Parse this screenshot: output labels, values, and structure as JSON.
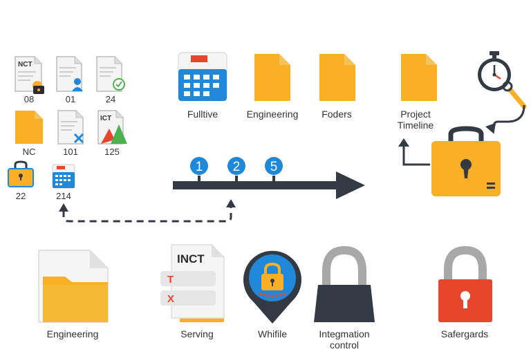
{
  "grid_items": [
    {
      "label": "08",
      "doc_text": "NCT",
      "icon": "document-lock-icon"
    },
    {
      "label": "01",
      "icon": "document-user-icon"
    },
    {
      "label": "24",
      "icon": "document-check-icon"
    },
    {
      "label": "NC",
      "icon": "folder-icon"
    },
    {
      "label": "101",
      "icon": "document-x-icon"
    },
    {
      "label": "125",
      "doc_text": "ICT",
      "icon": "document-chart-icon"
    },
    {
      "label": "22",
      "icon": "briefcase-lock-icon"
    },
    {
      "label": "214",
      "icon": "calendar-icon"
    }
  ],
  "top_items": [
    {
      "label": "Fulltive",
      "icon": "calendar-icon"
    },
    {
      "label": "Engineering",
      "icon": "document-icon"
    },
    {
      "label": "Foders",
      "icon": "document-icon"
    },
    {
      "label": "Project\nTimeline",
      "icon": "document-icon"
    }
  ],
  "timeline": {
    "steps": [
      "1",
      "2",
      "5"
    ]
  },
  "bottom_items": [
    {
      "label": "Engineering",
      "icon": "folder-icon"
    },
    {
      "label": "Serving",
      "doc_title": "INCT",
      "rows": [
        "T",
        "X"
      ],
      "icon": "document-list-icon"
    },
    {
      "label": "Whifile",
      "icon": "location-lock-icon"
    },
    {
      "label": "Integmation\ncontrol",
      "icon": "padlock-dark-icon"
    },
    {
      "label": "Safergards",
      "icon": "padlock-red-icon"
    }
  ],
  "colors": {
    "accent_orange": "#F9AF26",
    "blue": "#1F88D8",
    "dark": "#343A44",
    "red": "#E8452D",
    "green": "#4CAF50"
  }
}
